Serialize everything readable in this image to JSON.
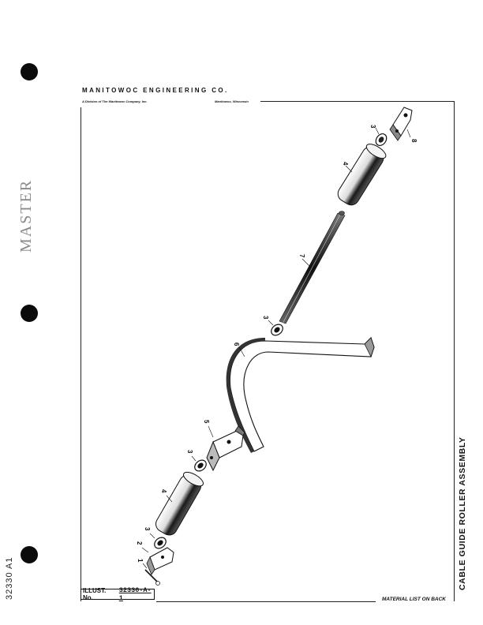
{
  "header": {
    "company": "MANITOWOC ENGINEERING CO.",
    "division": "A Division of The Manitowoc Company, Inc.",
    "location": "Manitowoc, Wisconsin"
  },
  "margin": {
    "stamp": "MASTER",
    "drawing_number": "32330 A1"
  },
  "title_block": {
    "title": "CABLE GUIDE ROLLER ASSEMBLY",
    "illus_label": "ILLUST. No.",
    "illus_number": "32330-A-1",
    "material_note": "MATERIAL LIST ON BACK"
  },
  "part_callouts": {
    "p1_top": "1",
    "p1_shaft": "7",
    "p2": "2",
    "p3_a": "3",
    "p3_b": "3",
    "p3_c": "3",
    "p3_d": "3",
    "p4_a": "4",
    "p4_b": "4",
    "p5": "5",
    "p6": "6",
    "p8": "8"
  }
}
